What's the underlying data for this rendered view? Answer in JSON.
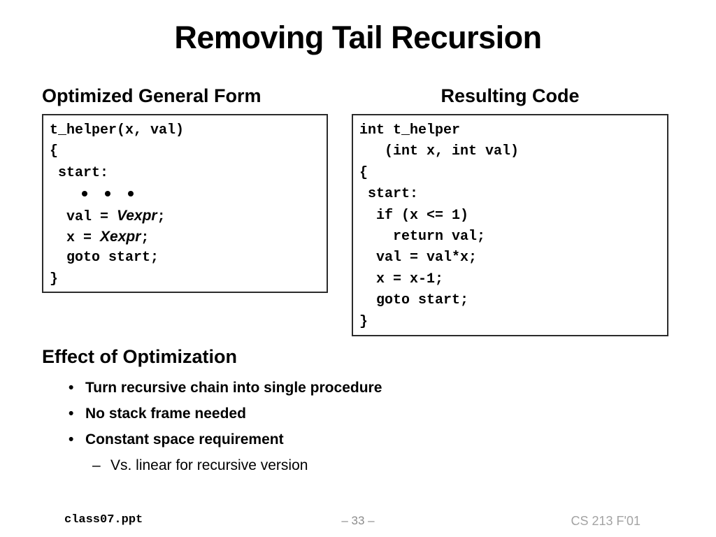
{
  "slide": {
    "title": "Removing Tail Recursion",
    "left_column": {
      "heading": "Optimized General Form",
      "code_lines": [
        {
          "type": "text",
          "text": "t_helper(x, val)"
        },
        {
          "type": "text",
          "text": "{"
        },
        {
          "type": "text",
          "text": " start:"
        },
        {
          "type": "dots",
          "text": "• • •"
        },
        {
          "type": "mixed",
          "pre": "  val = ",
          "meta": "Vexpr",
          "post": ";"
        },
        {
          "type": "mixed",
          "pre": "  x = ",
          "meta": "Xexpr",
          "post": ";"
        },
        {
          "type": "text",
          "text": "  goto start;"
        },
        {
          "type": "text",
          "text": "}"
        }
      ]
    },
    "right_column": {
      "heading": "Resulting Code",
      "code_lines": [
        {
          "type": "text",
          "text": "int t_helper"
        },
        {
          "type": "text",
          "text": "   (int x, int val)"
        },
        {
          "type": "text",
          "text": "{"
        },
        {
          "type": "text",
          "text": " start:"
        },
        {
          "type": "text",
          "text": "  if (x <= 1)"
        },
        {
          "type": "text",
          "text": "    return val;"
        },
        {
          "type": "text",
          "text": "  val = val*x;"
        },
        {
          "type": "text",
          "text": "  x = x-1;"
        },
        {
          "type": "text",
          "text": "  goto start;"
        },
        {
          "type": "text",
          "text": "}"
        }
      ]
    },
    "effect_section": {
      "heading": "Effect of Optimization",
      "bullet_marker": "•",
      "subbullet_marker": "–",
      "bullets": [
        {
          "text": "Turn recursive chain into single procedure",
          "subbullets": []
        },
        {
          "text": "No stack frame needed",
          "subbullets": []
        },
        {
          "text": "Constant space requirement",
          "subbullets": [
            "Vs. linear for recursive version"
          ]
        }
      ]
    },
    "footer": {
      "file": "class07.ppt",
      "page": "– 33 –",
      "course": "CS 213 F'01"
    },
    "colors": {
      "background": "#ffffff",
      "text": "#000000",
      "box_border": "#2b2b2b",
      "footer_page": "#8c8c8c",
      "footer_course": "#a3a3a3"
    }
  }
}
